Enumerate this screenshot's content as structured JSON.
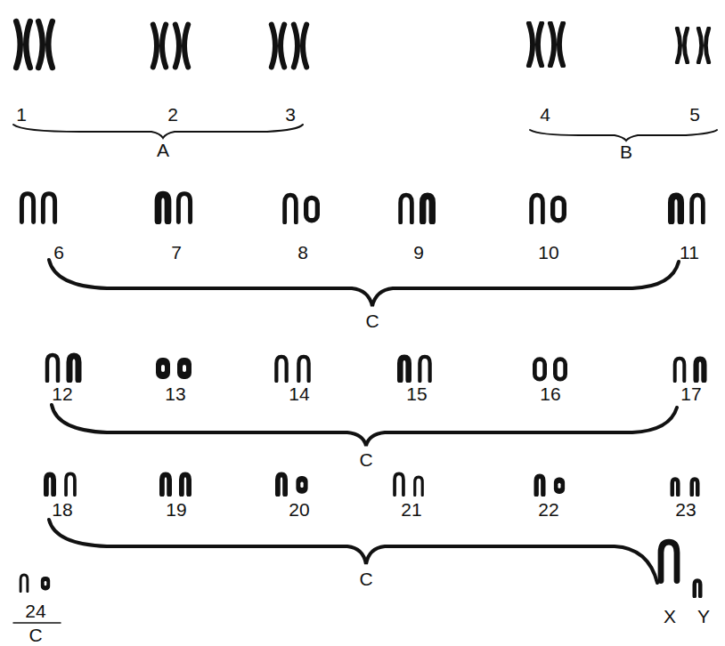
{
  "diagram": {
    "labels": [
      "1",
      "2",
      "3",
      "4",
      "5",
      "A",
      "B",
      "6",
      "7",
      "8",
      "9",
      "10",
      "11",
      "C",
      "12",
      "13",
      "14",
      "15",
      "16",
      "17",
      "C",
      "18",
      "19",
      "20",
      "21",
      "22",
      "23",
      "C",
      "24",
      "C",
      "X",
      "Y"
    ]
  }
}
